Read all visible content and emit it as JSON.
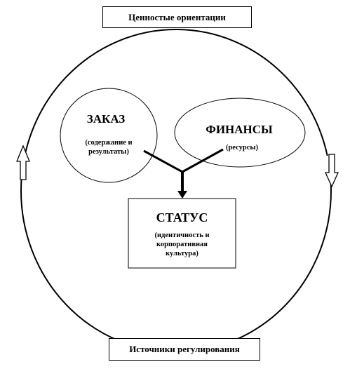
{
  "top_box": {
    "text": "Ценностые ориентации"
  },
  "bottom_box": {
    "text": "Источники регулирования"
  },
  "order": {
    "title": "ЗАКАЗ",
    "subtitle_1": "(содержание и",
    "subtitle_2": "результаты)"
  },
  "finance": {
    "title": "ФИНАНСЫ",
    "subtitle": "(ресурсы)"
  },
  "status": {
    "title": "СТАТУС",
    "subtitle_1": "(идентичность и",
    "subtitle_2": "корпоративная",
    "subtitle_3": "культура)"
  },
  "colors": {
    "line": "#000000",
    "background": "#ffffff"
  }
}
